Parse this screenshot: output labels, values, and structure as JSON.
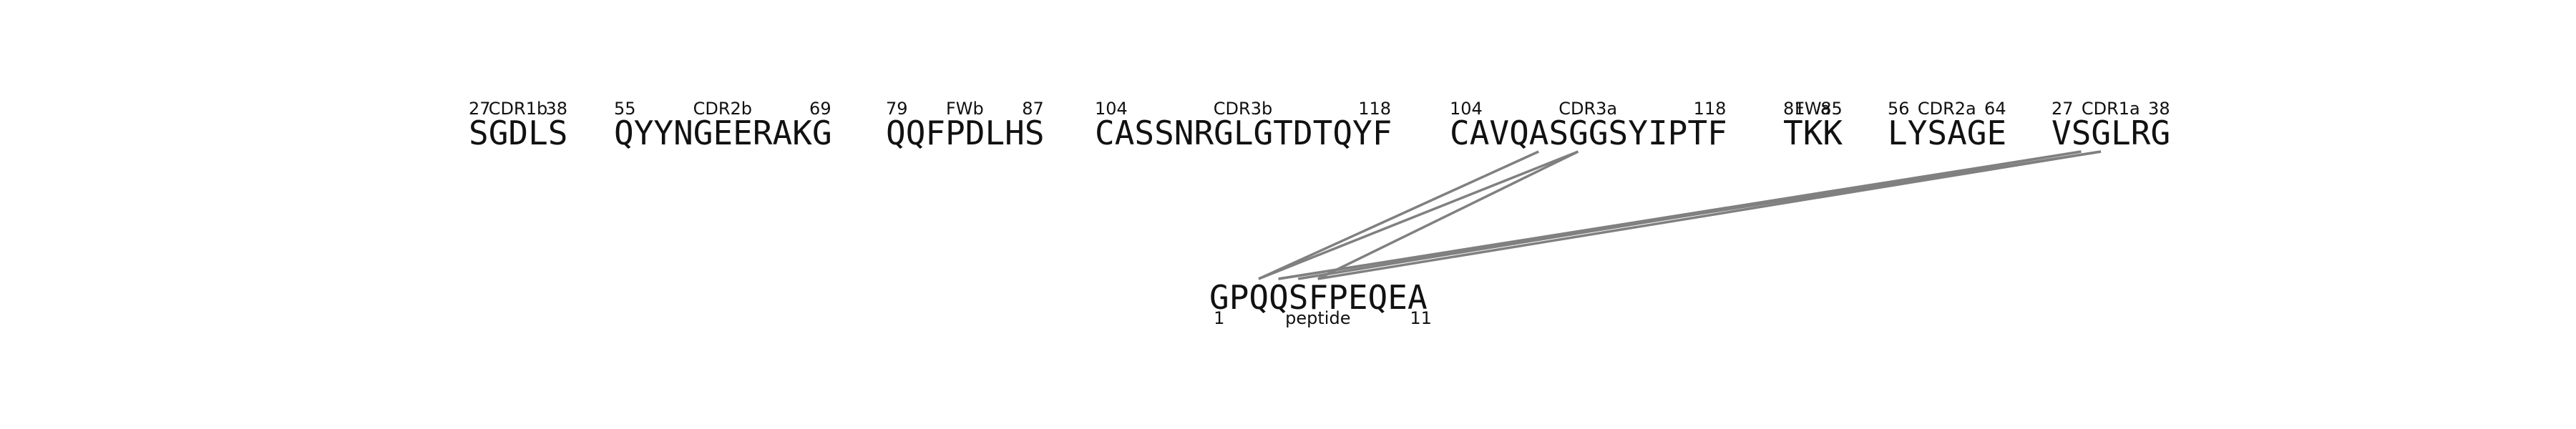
{
  "colors": {
    "text": "#111111",
    "link": "#808080",
    "background": "#ffffff"
  },
  "segments": [
    {
      "id": "cdr1b",
      "sequence": "SGDLS",
      "label": "CDR1b",
      "start": "27",
      "end": "38"
    },
    {
      "id": "cdr2b",
      "sequence": "QYYNGEERAKG",
      "label": "CDR2b",
      "start": "55",
      "end": "69"
    },
    {
      "id": "fwb",
      "sequence": "QQFPDLHS",
      "label": "FWb",
      "start": "79",
      "end": "87"
    },
    {
      "id": "cdr3b",
      "sequence": "CASSNRGLGTDTQYF",
      "label": "CDR3b",
      "start": "104",
      "end": "118"
    },
    {
      "id": "cdr3a",
      "sequence": "CAVQASGGSYIPTF",
      "label": "CDR3a",
      "start": "104",
      "end": "118"
    },
    {
      "id": "fwa",
      "sequence": "TKK",
      "label": "FWa",
      "start": "81",
      "end": "85"
    },
    {
      "id": "cdr2a",
      "sequence": "LYSAGE",
      "label": "CDR2a",
      "start": "56",
      "end": "64"
    },
    {
      "id": "cdr1a",
      "sequence": "VSGLRG",
      "label": "CDR1a",
      "start": "27",
      "end": "38"
    }
  ],
  "peptide": {
    "sequence": "GPQQSFPEQEA",
    "label": "peptide",
    "start": "1",
    "end": "11"
  },
  "contacts": [
    {
      "segment": "cdr3a",
      "residue": 4,
      "peptide_residue": 2
    },
    {
      "segment": "cdr3a",
      "residue": 6,
      "peptide_residue": 2
    },
    {
      "segment": "cdr3a",
      "residue": 6,
      "peptide_residue": 5
    },
    {
      "segment": "cdr1a",
      "residue": 1,
      "peptide_residue": 3
    },
    {
      "segment": "cdr1a",
      "residue": 1,
      "peptide_residue": 4
    },
    {
      "segment": "cdr1a",
      "residue": 2,
      "peptide_residue": 3
    },
    {
      "segment": "cdr1a",
      "residue": 2,
      "peptide_residue": 5
    }
  ]
}
